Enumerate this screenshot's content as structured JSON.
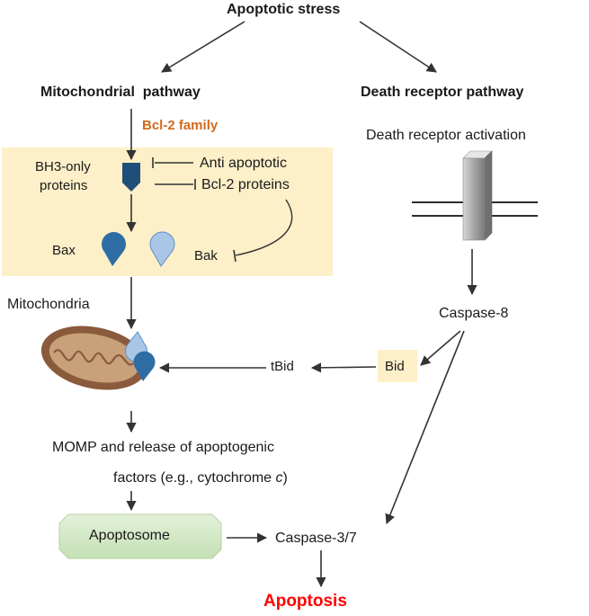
{
  "title": "Apoptotic stress",
  "mito_pathway": "Mitochondrial  pathway",
  "death_pathway": "Death receptor pathway",
  "bcl2_family": "Bcl-2 family",
  "death_receptor_activation": "Death receptor activation",
  "bh3_line1": "BH3-only",
  "bh3_line2": "proteins",
  "anti_line1": "Anti apoptotic",
  "anti_line2": "Bcl-2 proteins",
  "bax": "Bax",
  "bak": "Bak",
  "mitochondria": "Mitochondria",
  "caspase8": "Caspase-8",
  "bid": "Bid",
  "tbid": "tBid",
  "momp_line1": "MOMP and release of apoptogenic",
  "momp_line2_prefix": "factors (e.g., cytochrome ",
  "momp_line2_italic": "c",
  "momp_line2_suffix": ")",
  "apoptosome": "Apoptosome",
  "caspase37": "Caspase-3/7",
  "apoptosis": "Apoptosis",
  "colors": {
    "accent_orange": "#d2691e",
    "apoptosis_red": "#ff0000",
    "yellow_box": "#fdefc8",
    "apoptosome_green": "#d3e9c8",
    "protein_dark": "#2e6da4",
    "protein_light": "#a9c6e6",
    "mito_brown": "#8a5a3c"
  }
}
